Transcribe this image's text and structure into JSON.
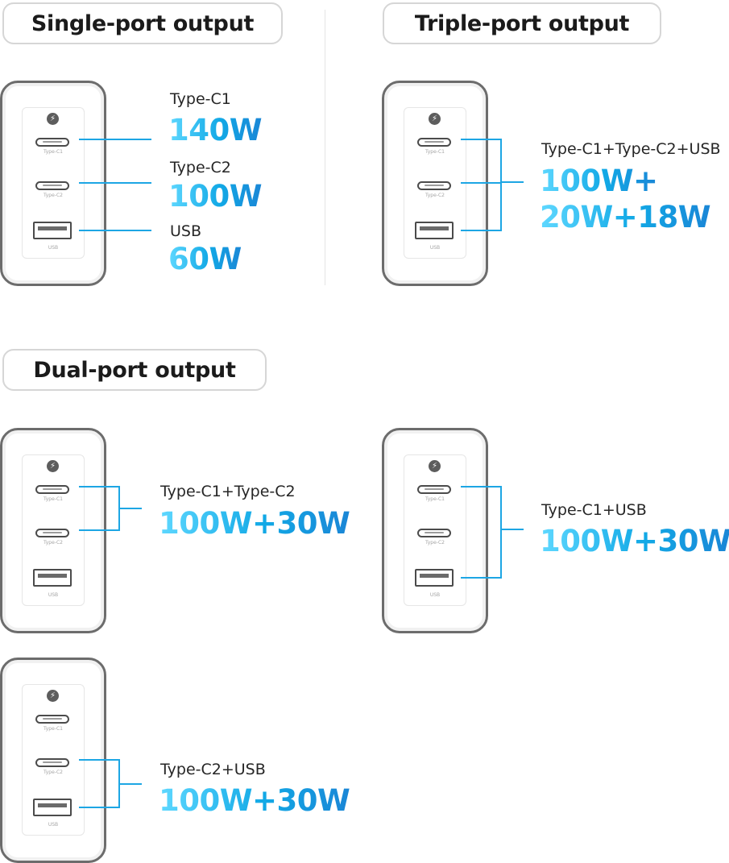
{
  "sections": {
    "single": "Single-port output",
    "triple": "Triple-port output",
    "dual": "Dual-port output"
  },
  "port_labels": {
    "c1": "Type-C1",
    "c2": "Type-C2",
    "usb": "USB"
  },
  "single": {
    "c1": {
      "label": "Type-C1",
      "watt": "140W"
    },
    "c2": {
      "label": "Type-C2",
      "watt": "100W"
    },
    "usb": {
      "label": "USB",
      "watt": "60W"
    }
  },
  "triple": {
    "label": "Type-C1+Type-C2+USB",
    "watt_line1": "100W+",
    "watt_line2": "20W+18W"
  },
  "dual": [
    {
      "label": "Type-C1+Type-C2",
      "watt": "100W+30W"
    },
    {
      "label": "Type-C1+USB",
      "watt": "100W+30W"
    },
    {
      "label": "Type-C2+USB",
      "watt": "100W+30W"
    }
  ],
  "colors": {
    "line": "#1da6e4",
    "gradient_start": "#5fd8ff",
    "gradient_end": "#1a86d6"
  }
}
